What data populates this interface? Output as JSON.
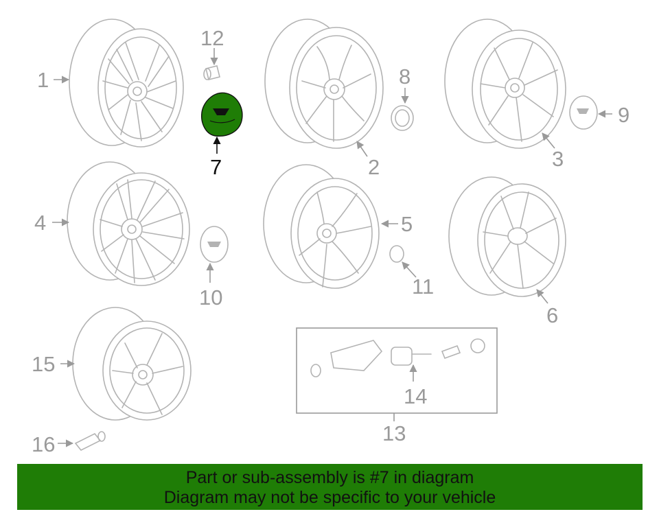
{
  "diagram": {
    "highlighted_part": "7",
    "callouts": [
      "1",
      "2",
      "3",
      "4",
      "5",
      "6",
      "7",
      "8",
      "9",
      "10",
      "11",
      "12",
      "13",
      "14",
      "15",
      "16"
    ],
    "highlight_color": "#1f7d06"
  },
  "banner": {
    "line1": "Part or sub-assembly is #7 in diagram",
    "line2": "Diagram may not be specific to your vehicle"
  }
}
